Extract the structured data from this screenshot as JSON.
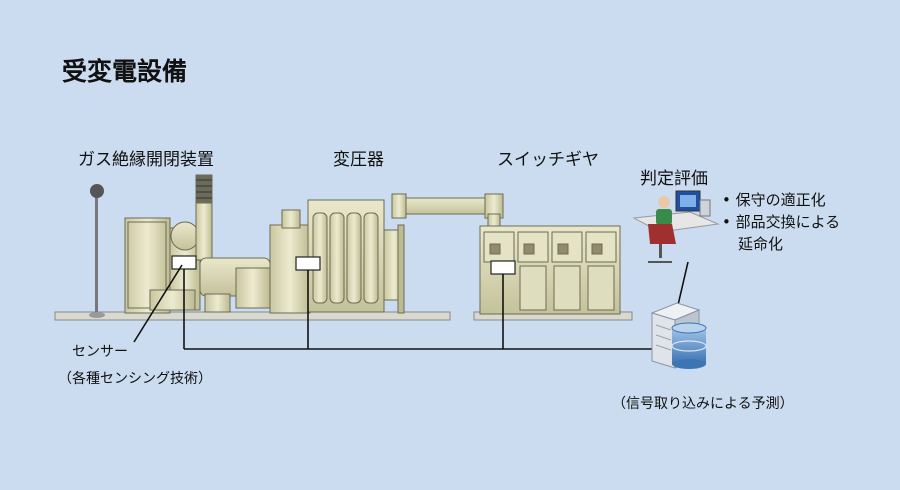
{
  "title": "受変電設備",
  "equipment": {
    "gis": "ガス絶縁開閉装置",
    "transformer": "変圧器",
    "switchgear": "スイッチギヤ",
    "evaluation": "判定評価"
  },
  "evaluation_items": [
    "保守の適正化",
    "部品交換による",
    "延命化"
  ],
  "sensor": {
    "label": "センサー",
    "note": "（各種センシング技術）"
  },
  "prediction": "（信号取り込みによる予測）"
}
